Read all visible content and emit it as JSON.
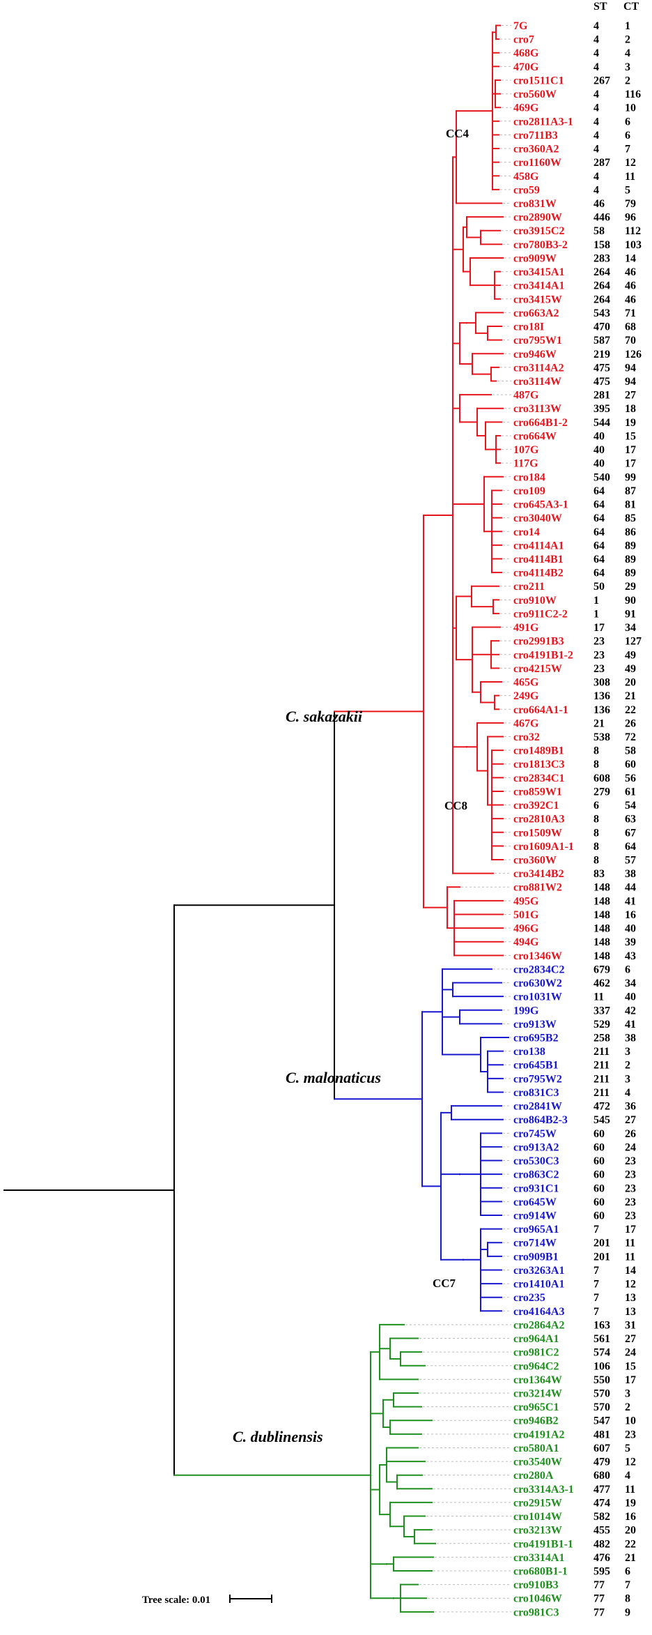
{
  "headers": {
    "st": "ST",
    "ct": "CT"
  },
  "colors": {
    "sakazakii": "#e8141c",
    "malonaticus": "#1717cf",
    "dublinensis": "#1f8f1f",
    "root": "#000000"
  },
  "clades": [
    {
      "key": "sakazakii",
      "name": "C. sakazakii"
    },
    {
      "key": "malonaticus",
      "name": "C. malonaticus"
    },
    {
      "key": "dublinensis",
      "name": "C. dublinensis"
    }
  ],
  "cc_labels": [
    "CC4",
    "CC8",
    "CC7"
  ],
  "scale": {
    "label": "Tree scale: 0.01"
  },
  "leaves": [
    {
      "name": "7G",
      "st": "4",
      "ct": "1",
      "g": "sakazakii"
    },
    {
      "name": "cro7",
      "st": "4",
      "ct": "2",
      "g": "sakazakii"
    },
    {
      "name": "468G",
      "st": "4",
      "ct": "4",
      "g": "sakazakii"
    },
    {
      "name": "470G",
      "st": "4",
      "ct": "3",
      "g": "sakazakii"
    },
    {
      "name": "cro1511C1",
      "st": "267",
      "ct": "2",
      "g": "sakazakii"
    },
    {
      "name": "cro560W",
      "st": "4",
      "ct": "116",
      "g": "sakazakii"
    },
    {
      "name": "469G",
      "st": "4",
      "ct": "10",
      "g": "sakazakii"
    },
    {
      "name": "cro2811A3-1",
      "st": "4",
      "ct": "6",
      "g": "sakazakii"
    },
    {
      "name": "cro711B3",
      "st": "4",
      "ct": "6",
      "g": "sakazakii"
    },
    {
      "name": "cro360A2",
      "st": "4",
      "ct": "7",
      "g": "sakazakii"
    },
    {
      "name": "cro1160W",
      "st": "287",
      "ct": "12",
      "g": "sakazakii"
    },
    {
      "name": "458G",
      "st": "4",
      "ct": "11",
      "g": "sakazakii"
    },
    {
      "name": "cro59",
      "st": "4",
      "ct": "5",
      "g": "sakazakii"
    },
    {
      "name": "cro831W",
      "st": "46",
      "ct": "79",
      "g": "sakazakii"
    },
    {
      "name": "cro2890W",
      "st": "446",
      "ct": "96",
      "g": "sakazakii"
    },
    {
      "name": "cro3915C2",
      "st": "58",
      "ct": "112",
      "g": "sakazakii"
    },
    {
      "name": "cro780B3-2",
      "st": "158",
      "ct": "103",
      "g": "sakazakii"
    },
    {
      "name": "cro909W",
      "st": "283",
      "ct": "14",
      "g": "sakazakii"
    },
    {
      "name": "cro3415A1",
      "st": "264",
      "ct": "46",
      "g": "sakazakii"
    },
    {
      "name": "cro3414A1",
      "st": "264",
      "ct": "46",
      "g": "sakazakii"
    },
    {
      "name": "cro3415W",
      "st": "264",
      "ct": "46",
      "g": "sakazakii"
    },
    {
      "name": "cro663A2",
      "st": "543",
      "ct": "71",
      "g": "sakazakii"
    },
    {
      "name": "cro18I",
      "st": "470",
      "ct": "68",
      "g": "sakazakii"
    },
    {
      "name": "cro795W1",
      "st": "587",
      "ct": "70",
      "g": "sakazakii"
    },
    {
      "name": "cro946W",
      "st": "219",
      "ct": "126",
      "g": "sakazakii"
    },
    {
      "name": "cro3114A2",
      "st": "475",
      "ct": "94",
      "g": "sakazakii"
    },
    {
      "name": "cro3114W",
      "st": "475",
      "ct": "94",
      "g": "sakazakii"
    },
    {
      "name": "487G",
      "st": "281",
      "ct": "27",
      "g": "sakazakii"
    },
    {
      "name": "cro3113W",
      "st": "395",
      "ct": "18",
      "g": "sakazakii"
    },
    {
      "name": "cro664B1-2",
      "st": "544",
      "ct": "19",
      "g": "sakazakii"
    },
    {
      "name": "cro664W",
      "st": "40",
      "ct": "15",
      "g": "sakazakii"
    },
    {
      "name": "107G",
      "st": "40",
      "ct": "17",
      "g": "sakazakii"
    },
    {
      "name": "117G",
      "st": "40",
      "ct": "17",
      "g": "sakazakii"
    },
    {
      "name": "cro184",
      "st": "540",
      "ct": "99",
      "g": "sakazakii"
    },
    {
      "name": "cro109",
      "st": "64",
      "ct": "87",
      "g": "sakazakii"
    },
    {
      "name": "cro645A3-1",
      "st": "64",
      "ct": "81",
      "g": "sakazakii"
    },
    {
      "name": "cro3040W",
      "st": "64",
      "ct": "85",
      "g": "sakazakii"
    },
    {
      "name": "cro14",
      "st": "64",
      "ct": "86",
      "g": "sakazakii"
    },
    {
      "name": "cro4114A1",
      "st": "64",
      "ct": "89",
      "g": "sakazakii"
    },
    {
      "name": "cro4114B1",
      "st": "64",
      "ct": "89",
      "g": "sakazakii"
    },
    {
      "name": "cro4114B2",
      "st": "64",
      "ct": "89",
      "g": "sakazakii"
    },
    {
      "name": "cro211",
      "st": "50",
      "ct": "29",
      "g": "sakazakii"
    },
    {
      "name": "cro910W",
      "st": "1",
      "ct": "90",
      "g": "sakazakii"
    },
    {
      "name": "cro911C2-2",
      "st": "1",
      "ct": "91",
      "g": "sakazakii"
    },
    {
      "name": "491G",
      "st": "17",
      "ct": "34",
      "g": "sakazakii"
    },
    {
      "name": "cro2991B3",
      "st": "23",
      "ct": "127",
      "g": "sakazakii"
    },
    {
      "name": "cro4191B1-2",
      "st": "23",
      "ct": "49",
      "g": "sakazakii"
    },
    {
      "name": "cro4215W",
      "st": "23",
      "ct": "49",
      "g": "sakazakii"
    },
    {
      "name": "465G",
      "st": "308",
      "ct": "20",
      "g": "sakazakii"
    },
    {
      "name": "249G",
      "st": "136",
      "ct": "21",
      "g": "sakazakii"
    },
    {
      "name": "cro664A1-1",
      "st": "136",
      "ct": "22",
      "g": "sakazakii"
    },
    {
      "name": "467G",
      "st": "21",
      "ct": "26",
      "g": "sakazakii"
    },
    {
      "name": "cro32",
      "st": "538",
      "ct": "72",
      "g": "sakazakii"
    },
    {
      "name": "cro1489B1",
      "st": "8",
      "ct": "58",
      "g": "sakazakii"
    },
    {
      "name": "cro1813C3",
      "st": "8",
      "ct": "60",
      "g": "sakazakii"
    },
    {
      "name": "cro2834C1",
      "st": "608",
      "ct": "56",
      "g": "sakazakii"
    },
    {
      "name": "cro859W1",
      "st": "279",
      "ct": "61",
      "g": "sakazakii"
    },
    {
      "name": "cro392C1",
      "st": "6",
      "ct": "54",
      "g": "sakazakii"
    },
    {
      "name": "cro2810A3",
      "st": "8",
      "ct": "63",
      "g": "sakazakii"
    },
    {
      "name": "cro1509W",
      "st": "8",
      "ct": "67",
      "g": "sakazakii"
    },
    {
      "name": "cro1609A1-1",
      "st": "8",
      "ct": "64",
      "g": "sakazakii"
    },
    {
      "name": "cro360W",
      "st": "8",
      "ct": "57",
      "g": "sakazakii"
    },
    {
      "name": "cro3414B2",
      "st": "83",
      "ct": "38",
      "g": "sakazakii"
    },
    {
      "name": "cro881W2",
      "st": "148",
      "ct": "44",
      "g": "sakazakii"
    },
    {
      "name": "495G",
      "st": "148",
      "ct": "41",
      "g": "sakazakii"
    },
    {
      "name": "501G",
      "st": "148",
      "ct": "16",
      "g": "sakazakii"
    },
    {
      "name": "496G",
      "st": "148",
      "ct": "40",
      "g": "sakazakii"
    },
    {
      "name": "494G",
      "st": "148",
      "ct": "39",
      "g": "sakazakii"
    },
    {
      "name": "cro1346W",
      "st": "148",
      "ct": "43",
      "g": "sakazakii"
    },
    {
      "name": "cro2834C2",
      "st": "679",
      "ct": "6",
      "g": "malonaticus"
    },
    {
      "name": "cro630W2",
      "st": "462",
      "ct": "34",
      "g": "malonaticus"
    },
    {
      "name": "cro1031W",
      "st": "11",
      "ct": "40",
      "g": "malonaticus"
    },
    {
      "name": "199G",
      "st": "337",
      "ct": "42",
      "g": "malonaticus"
    },
    {
      "name": "cro913W",
      "st": "529",
      "ct": "41",
      "g": "malonaticus"
    },
    {
      "name": "cro695B2",
      "st": "258",
      "ct": "38",
      "g": "malonaticus"
    },
    {
      "name": "cro138",
      "st": "211",
      "ct": "3",
      "g": "malonaticus"
    },
    {
      "name": "cro645B1",
      "st": "211",
      "ct": "2",
      "g": "malonaticus"
    },
    {
      "name": "cro795W2",
      "st": "211",
      "ct": "3",
      "g": "malonaticus"
    },
    {
      "name": "cro831C3",
      "st": "211",
      "ct": "4",
      "g": "malonaticus"
    },
    {
      "name": "cro2841W",
      "st": "472",
      "ct": "36",
      "g": "malonaticus"
    },
    {
      "name": "cro864B2-3",
      "st": "545",
      "ct": "27",
      "g": "malonaticus"
    },
    {
      "name": "cro745W",
      "st": "60",
      "ct": "26",
      "g": "malonaticus"
    },
    {
      "name": "cro913A2",
      "st": "60",
      "ct": "24",
      "g": "malonaticus"
    },
    {
      "name": "cro530C3",
      "st": "60",
      "ct": "23",
      "g": "malonaticus"
    },
    {
      "name": "cro863C2",
      "st": "60",
      "ct": "23",
      "g": "malonaticus"
    },
    {
      "name": "cro931C1",
      "st": "60",
      "ct": "23",
      "g": "malonaticus"
    },
    {
      "name": "cro645W",
      "st": "60",
      "ct": "23",
      "g": "malonaticus"
    },
    {
      "name": "cro914W",
      "st": "60",
      "ct": "23",
      "g": "malonaticus"
    },
    {
      "name": "cro965A1",
      "st": "7",
      "ct": "17",
      "g": "malonaticus"
    },
    {
      "name": "cro714W",
      "st": "201",
      "ct": "11",
      "g": "malonaticus"
    },
    {
      "name": "cro909B1",
      "st": "201",
      "ct": "11",
      "g": "malonaticus"
    },
    {
      "name": "cro3263A1",
      "st": "7",
      "ct": "14",
      "g": "malonaticus"
    },
    {
      "name": "cro1410A1",
      "st": "7",
      "ct": "12",
      "g": "malonaticus"
    },
    {
      "name": "cro235",
      "st": "7",
      "ct": "13",
      "g": "malonaticus"
    },
    {
      "name": "cro4164A3",
      "st": "7",
      "ct": "13",
      "g": "malonaticus"
    },
    {
      "name": "cro2864A2",
      "st": "163",
      "ct": "31",
      "g": "dublinensis"
    },
    {
      "name": "cro964A1",
      "st": "561",
      "ct": "27",
      "g": "dublinensis"
    },
    {
      "name": "cro981C2",
      "st": "574",
      "ct": "24",
      "g": "dublinensis"
    },
    {
      "name": "cro964C2",
      "st": "106",
      "ct": "15",
      "g": "dublinensis"
    },
    {
      "name": "cro1364W",
      "st": "550",
      "ct": "17",
      "g": "dublinensis"
    },
    {
      "name": "cro3214W",
      "st": "570",
      "ct": "3",
      "g": "dublinensis"
    },
    {
      "name": "cro965C1",
      "st": "570",
      "ct": "2",
      "g": "dublinensis"
    },
    {
      "name": "cro946B2",
      "st": "547",
      "ct": "10",
      "g": "dublinensis"
    },
    {
      "name": "cro4191A2",
      "st": "481",
      "ct": "23",
      "g": "dublinensis"
    },
    {
      "name": "cro580A1",
      "st": "607",
      "ct": "5",
      "g": "dublinensis"
    },
    {
      "name": "cro3540W",
      "st": "479",
      "ct": "12",
      "g": "dublinensis"
    },
    {
      "name": "cro280A",
      "st": "680",
      "ct": "4",
      "g": "dublinensis"
    },
    {
      "name": "cro3314A3-1",
      "st": "477",
      "ct": "11",
      "g": "dublinensis"
    },
    {
      "name": "cro2915W",
      "st": "474",
      "ct": "19",
      "g": "dublinensis"
    },
    {
      "name": "cro1014W",
      "st": "582",
      "ct": "16",
      "g": "dublinensis"
    },
    {
      "name": "cro3213W",
      "st": "455",
      "ct": "20",
      "g": "dublinensis"
    },
    {
      "name": "cro4191B1-1",
      "st": "482",
      "ct": "22",
      "g": "dublinensis"
    },
    {
      "name": "cro3314A1",
      "st": "476",
      "ct": "21",
      "g": "dublinensis"
    },
    {
      "name": "cro680B1-1",
      "st": "595",
      "ct": "6",
      "g": "dublinensis"
    },
    {
      "name": "cro910B3",
      "st": "77",
      "ct": "7",
      "g": "dublinensis"
    },
    {
      "name": "cro1046W",
      "st": "77",
      "ct": "8",
      "g": "dublinensis"
    },
    {
      "name": "cro981C3",
      "st": "77",
      "ct": "9",
      "g": "dublinensis"
    }
  ]
}
